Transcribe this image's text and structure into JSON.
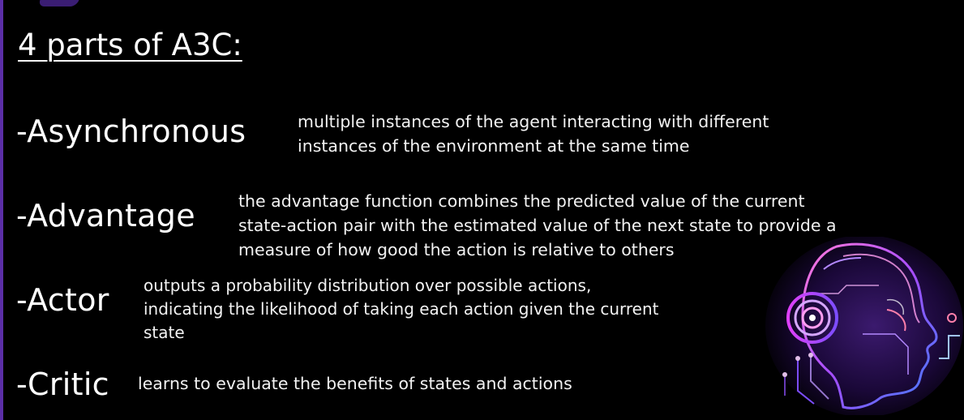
{
  "title": "4 parts of A3C:",
  "parts": [
    {
      "term": "-Asynchronous",
      "description_lines": [
        "multiple instances of the agent interacting with different",
        "instances of the environment at the same time"
      ]
    },
    {
      "term": "-Advantage",
      "description_lines": [
        "the advantage function combines the predicted value of the current",
        "state-action pair with the estimated value of the next state to provide a",
        "measure of how good the action is relative to others"
      ]
    },
    {
      "term": "-Actor",
      "description_lines": [
        "outputs a probability distribution over possible actions,",
        "indicating the likelihood of taking each action given the current",
        "state"
      ]
    },
    {
      "term": "-Critic",
      "description_lines": [
        "learns to evaluate the benefits of states and actions"
      ]
    }
  ],
  "colors": {
    "background": "#000000",
    "text": "#ffffff",
    "accent_purple": "#5b2ea6",
    "neon_pink": "#e040fb",
    "neon_blue": "#7c4dff"
  },
  "illustration": {
    "icon": "ai-robot-head-illustration"
  }
}
